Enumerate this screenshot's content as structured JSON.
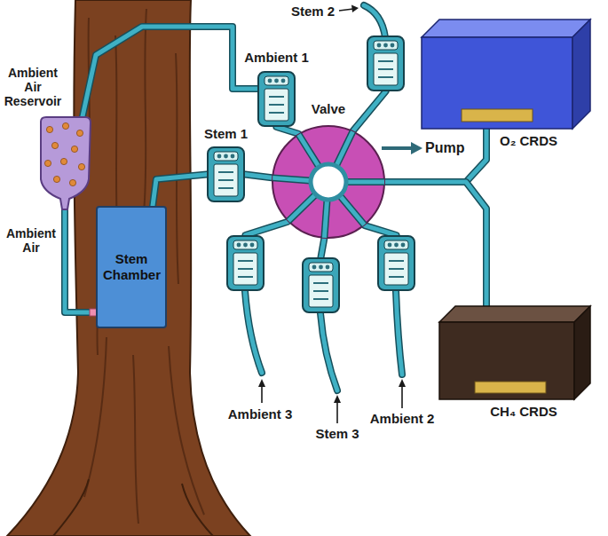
{
  "diagram": {
    "nodes": [
      {
        "text": [
          "Ambient Air Reservoir"
        ]
      },
      {
        "text": [
          "Stem Chamber"
        ]
      },
      {
        "text": [
          "Ambient 1"
        ]
      },
      {
        "text": [
          "Stem 2"
        ]
      },
      {
        "text": [
          "Stem 1"
        ]
      },
      {
        "text": [
          "Valve"
        ]
      },
      {
        "text": [
          "O₂ CRDS"
        ]
      },
      {
        "text": [
          "Ambient 3"
        ]
      },
      {
        "text": [
          "Stem 3"
        ]
      },
      {
        "text": [
          "Ambient 2"
        ]
      },
      {
        "text": [
          "CH₄ CRDS"
        ]
      }
    ],
    "edges": [
      {
        "from": 0,
        "to": 2,
        "arrow": "none"
      },
      {
        "from": 0,
        "to": 1,
        "arrow": "none"
      },
      {
        "from": 1,
        "to": 4,
        "arrow": "none"
      },
      {
        "from": 2,
        "to": 5,
        "arrow": "none"
      },
      {
        "from": 3,
        "to": 5,
        "arrow": "none"
      },
      {
        "from": 4,
        "to": 5,
        "arrow": "none"
      },
      {
        "from": 7,
        "to": 5,
        "arrow": "none"
      },
      {
        "from": 8,
        "to": 5,
        "arrow": "none"
      },
      {
        "from": 9,
        "to": 5,
        "arrow": "none"
      },
      {
        "from": 5,
        "to": 6,
        "arrow": "none"
      },
      {
        "from": 5,
        "to": 10,
        "arrow": "none"
      }
    ],
    "labels": [
      "Ambient Air",
      "Pump"
    ]
  }
}
